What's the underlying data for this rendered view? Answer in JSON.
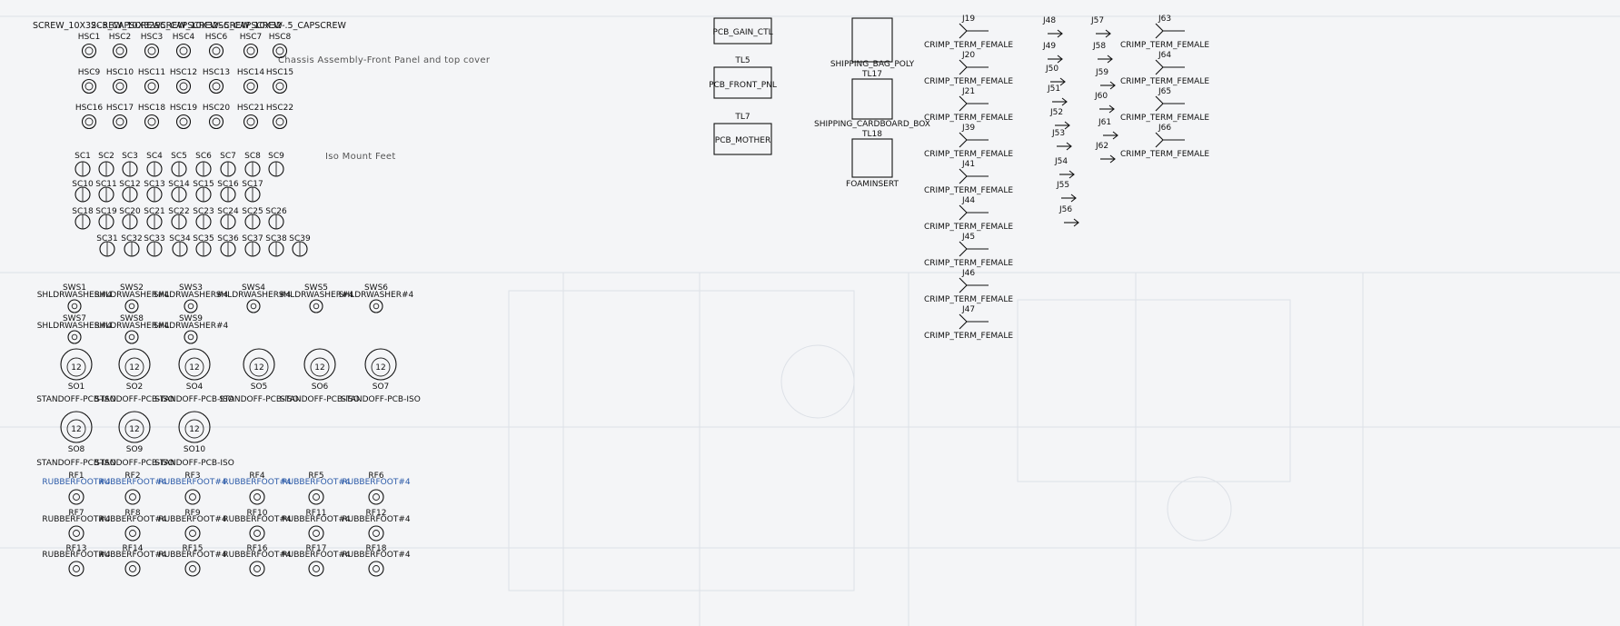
{
  "header": {
    "capscrew_row_label": "SCREW_10X32-.5_CAPSCREW",
    "notes": [
      "Chassis Assembly-Front Panel and top cover",
      "Iso Mount Feet"
    ]
  },
  "hsc_rows": [
    [
      "HSC1",
      "HSC2",
      "HSC3",
      "HSC4",
      "HSC6",
      "HSC7",
      "HSC8"
    ],
    [
      "HSC9",
      "HSC10",
      "HSC11",
      "HSC12",
      "HSC13",
      "HSC14",
      "HSC15"
    ],
    [
      "HSC16",
      "HSC17",
      "HSC18",
      "HSC19",
      "HSC20",
      "HSC21",
      "HSC22"
    ]
  ],
  "sc_rows": [
    [
      "SC1",
      "SC2",
      "SC3",
      "SC4",
      "SC5",
      "SC6",
      "SC7",
      "SC8",
      "SC9"
    ],
    [
      "SC10",
      "SC11",
      "SC12",
      "SC13",
      "SC14",
      "SC15",
      "SC16",
      "SC17"
    ],
    [
      "SC18",
      "SC19",
      "SC20",
      "SC21",
      "SC22",
      "SC23",
      "SC24",
      "SC25",
      "SC26"
    ],
    [
      "SC31",
      "SC32",
      "SC33",
      "SC34",
      "SC35",
      "SC36",
      "SC37",
      "SC38",
      "SC39"
    ]
  ],
  "washers": {
    "part": "SHLDRWASHER#4",
    "row1": [
      "SWS1",
      "SWS2",
      "SWS3",
      "SWS4",
      "SWS5",
      "SWS6"
    ],
    "row2": [
      "SWS7",
      "SWS8",
      "SWS9"
    ]
  },
  "standoffs": {
    "part": "STANDOFF-PCB-ISO",
    "inner": "12",
    "row1": [
      "SO1",
      "SO2",
      "SO4",
      "SO5",
      "SO6",
      "SO7"
    ],
    "row2": [
      "SO8",
      "SO9",
      "SO10"
    ]
  },
  "feet": {
    "part": "RUBBERFOOT#4",
    "rows": [
      [
        "RF1",
        "RF2",
        "RF3",
        "RF4",
        "RF5",
        "RF6"
      ],
      [
        "RF7",
        "RF8",
        "RF9",
        "RF10",
        "RF11",
        "RF12"
      ],
      [
        "RF13",
        "RF14",
        "RF15",
        "RF16",
        "RF17",
        "RF18"
      ]
    ]
  },
  "boxes": [
    {
      "ref": "",
      "name": "PCB_GAIN_CTL"
    },
    {
      "ref": "TL5",
      "name": "PCB_FRONT_PNL"
    },
    {
      "ref": "TL7",
      "name": "PCB_MOTHER"
    },
    {
      "ref": "",
      "name": "SHIPPING_BAG_POLY"
    },
    {
      "ref": "TL17",
      "name": "SHIPPING_CARDBOARD_BOX"
    },
    {
      "ref": "TL18",
      "name": "FOAMINSERT"
    }
  ],
  "crimps": {
    "part": "CRIMP_TERM_FEMALE",
    "col1": [
      "J19",
      "J20",
      "J21",
      "J39",
      "J41",
      "J44",
      "J45",
      "J46",
      "J47"
    ],
    "col3": [
      "J63",
      "J64",
      "J65",
      "J66"
    ]
  },
  "pins": {
    "colA": [
      "J48",
      "J49",
      "J50",
      "J51",
      "J52",
      "J53",
      "J54",
      "J55",
      "J56"
    ],
    "colB": [
      "J57",
      "J58",
      "J59",
      "J60",
      "J61",
      "J62"
    ]
  }
}
